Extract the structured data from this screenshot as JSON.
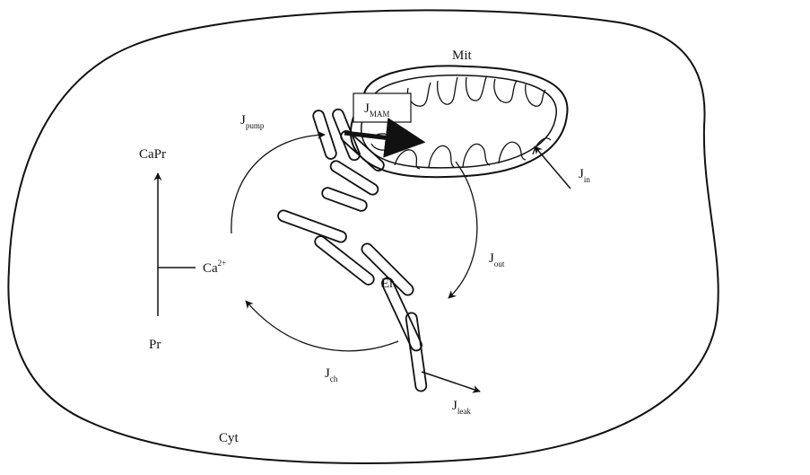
{
  "diagram": {
    "compartments": {
      "cytosol": "Cyt",
      "mitochondrion": "Mit",
      "er": "Er"
    },
    "species": {
      "calcium": {
        "base": "Ca",
        "sup": "2+"
      },
      "protein": "Pr",
      "bound_complex": "CaPr"
    },
    "fluxes": {
      "pump": {
        "main": "J",
        "sub": "pump"
      },
      "mam": {
        "main": "J",
        "sub": "MAM"
      },
      "in": {
        "main": "J",
        "sub": "in"
      },
      "out": {
        "main": "J",
        "sub": "out"
      },
      "channel": {
        "main": "J",
        "sub": "ch"
      },
      "leak": {
        "main": "J",
        "sub": "leak"
      }
    },
    "colors": {
      "ink": "#111111",
      "background": "#ffffff"
    }
  }
}
